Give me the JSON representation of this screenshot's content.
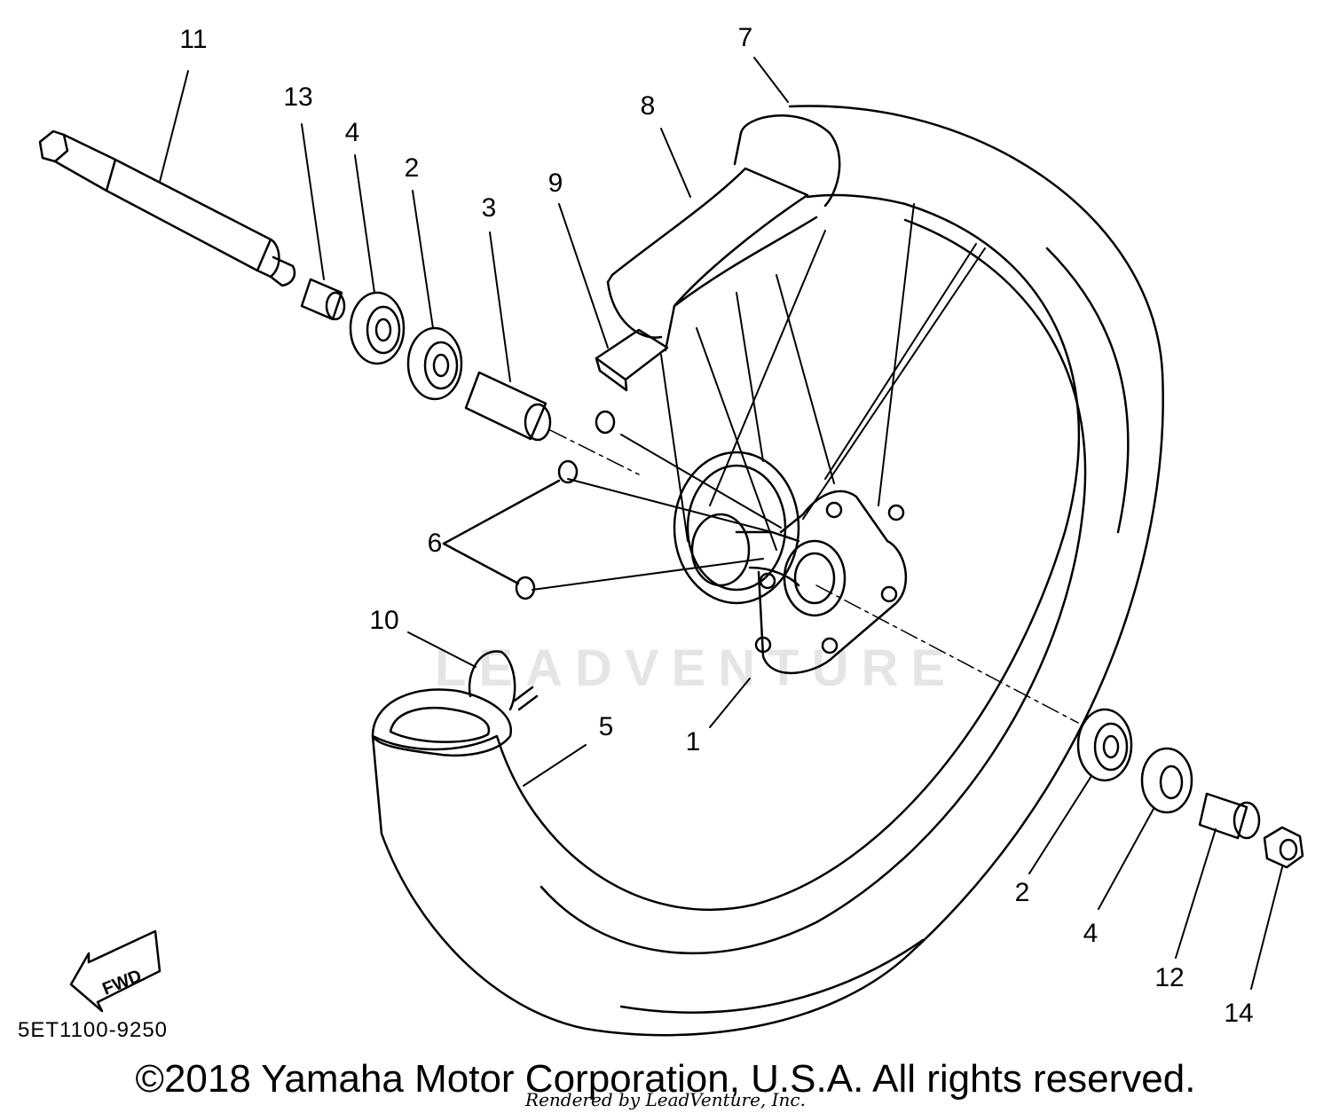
{
  "callouts": {
    "c1": "1",
    "c2a": "2",
    "c2b": "2",
    "c3": "3",
    "c4a": "4",
    "c4b": "4",
    "c5": "5",
    "c6": "6",
    "c7": "7",
    "c8": "8",
    "c9": "9",
    "c10": "10",
    "c11": "11",
    "c12": "12",
    "c13": "13",
    "c14": "14"
  },
  "fwd_label": "FWD",
  "diagram_code": "5ET1100-9250",
  "copyright": "©2018 Yamaha Motor Corporation, U.S.A. All rights reserved.",
  "rendered_by": "Rendered by LeadVenture, Inc.",
  "watermark": "LEADVENTURE"
}
